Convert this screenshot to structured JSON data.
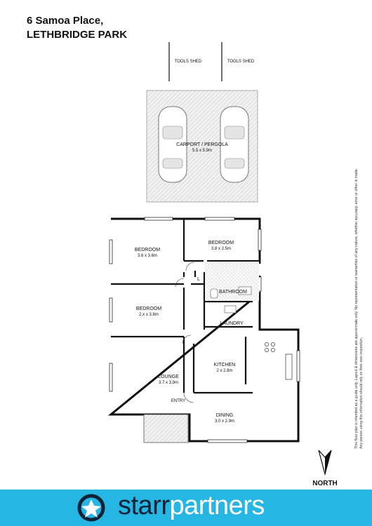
{
  "title": {
    "line1": "6 Samoa Place,",
    "line2": "LETHBRIDGE PARK"
  },
  "rooms": {
    "tools_shed_1": "TOOLS SHED",
    "tools_shed_2": "TOOLS SHED",
    "carport": {
      "name": "CARPORT / PERGOLA",
      "dims": "5.5 x 5.9m"
    },
    "bedroom1": {
      "name": "BEDROOM",
      "dims": "3.6 x 3.6m"
    },
    "bedroom2": {
      "name": "BEDROOM",
      "dims": "3.8 x 2.5m"
    },
    "bedroom3": {
      "name": "BEDROOM",
      "dims": "2.x x 3.8m"
    },
    "bathroom": "BATHROOM",
    "laundry": "LAUNDRY",
    "linen": "L",
    "kitchen": {
      "name": "KITCHEN",
      "dims": "2 x 2.8m"
    },
    "lounge": {
      "name": "LOUNGE",
      "dims": "3.7 x 3.9m"
    },
    "entry": "ENTRY",
    "dining": {
      "name": "DINING",
      "dims": "3.0 x 2.9m"
    }
  },
  "disclaimer": "This floor plan is intended as a guide only. Layout & dimensions are approximate only. No representation or warranties of any nature, whether accuracy, error or other is made. Any person using this information should rely on their own inspection.",
  "north_label": "NORTH",
  "brand": {
    "part1": "starr",
    "part2": "partners"
  },
  "colors": {
    "footer": "#26b6e4",
    "brand_dark": "#0c2237"
  }
}
